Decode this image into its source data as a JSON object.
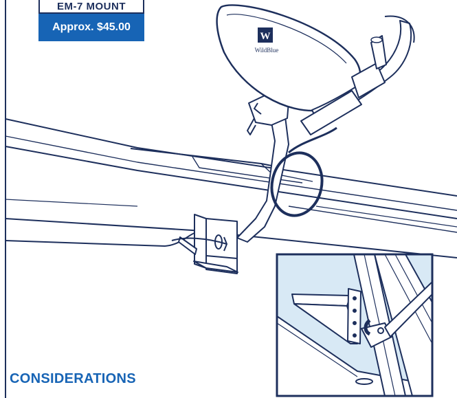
{
  "mount_tag": {
    "title": "EM-7 MOUNT",
    "price": "Approx. $45.00"
  },
  "dish": {
    "brand_mark": "W",
    "brand_text": "WildBlue"
  },
  "section": {
    "heading": "CONSIDERATIONS"
  },
  "colors": {
    "navy": "#1d2f5c",
    "accent_blue": "#1764b5",
    "inset_fill": "#d8e9f5",
    "line": "#1d2f5c"
  }
}
